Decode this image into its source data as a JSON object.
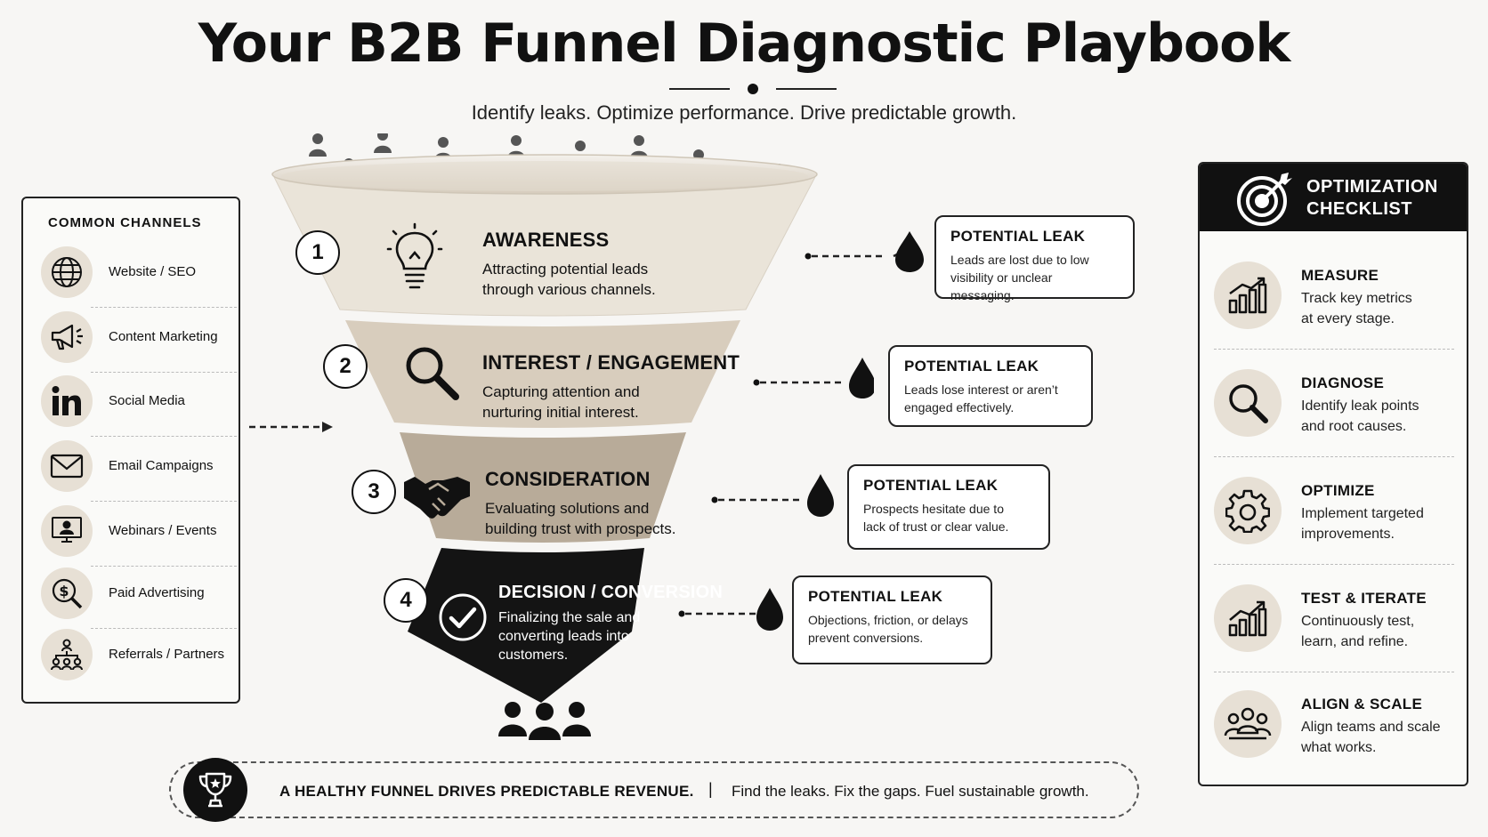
{
  "title": "Your B2B Funnel Diagnostic Playbook",
  "subtitle": "Identify leaks. Optimize performance. Drive predictable growth.",
  "channels": {
    "title": "COMMON CHANNELS",
    "items": [
      {
        "label": "Website / SEO",
        "icon": "globe-icon"
      },
      {
        "label": "Content Marketing",
        "icon": "megaphone-icon"
      },
      {
        "label": "Social Media",
        "icon": "linkedin-icon"
      },
      {
        "label": "Email Campaigns",
        "icon": "envelope-icon"
      },
      {
        "label": "Webinars / Events",
        "icon": "presentation-icon"
      },
      {
        "label": "Paid Advertising",
        "icon": "dollar-search-icon"
      },
      {
        "label": "Referrals / Partners",
        "icon": "network-icon"
      }
    ]
  },
  "stages": [
    {
      "number": "1",
      "title": "AWARENESS",
      "desc1": "Attracting potential leads",
      "desc2": "through various channels.",
      "icon": "lightbulb-icon"
    },
    {
      "number": "2",
      "title": "INTEREST / ENGAGEMENT",
      "desc1": "Capturing attention and",
      "desc2": "nurturing initial interest.",
      "icon": "magnifier-icon"
    },
    {
      "number": "3",
      "title": "CONSIDERATION",
      "desc1": "Evaluating solutions and",
      "desc2": "building trust with prospects.",
      "icon": "handshake-icon"
    },
    {
      "number": "4",
      "title": "DECISION / CONVERSION",
      "desc1": "Finalizing the sale and",
      "desc2": "converting leads into",
      "desc3": "customers.",
      "icon": "check-circle-icon"
    }
  ],
  "leaks": [
    {
      "title": "POTENTIAL LEAK",
      "desc1": "Leads are lost due to low",
      "desc2": "visibility or unclear messaging."
    },
    {
      "title": "POTENTIAL LEAK",
      "desc1": "Leads lose interest or aren’t",
      "desc2": "engaged effectively."
    },
    {
      "title": "POTENTIAL LEAK",
      "desc1": "Prospects hesitate due to",
      "desc2": "lack of trust or clear value."
    },
    {
      "title": "POTENTIAL LEAK",
      "desc1": "Objections, friction, or delays",
      "desc2": "prevent conversions."
    }
  ],
  "checklist": {
    "title1": "OPTIMIZATION",
    "title2": "CHECKLIST",
    "items": [
      {
        "title": "MEASURE",
        "desc1": "Track key metrics",
        "desc2": "at every stage.",
        "icon": "bar-chart-icon"
      },
      {
        "title": "DIAGNOSE",
        "desc1": "Identify leak points",
        "desc2": "and root causes.",
        "icon": "search-icon"
      },
      {
        "title": "OPTIMIZE",
        "desc1": "Implement targeted",
        "desc2": "improvements.",
        "icon": "gear-icon"
      },
      {
        "title": "TEST & ITERATE",
        "desc1": "Continuously test,",
        "desc2": "learn, and refine.",
        "icon": "growth-chart-icon"
      },
      {
        "title": "ALIGN & SCALE",
        "desc1": "Align teams and scale",
        "desc2": "what works.",
        "icon": "team-icon"
      }
    ]
  },
  "footer": {
    "main": "A HEALTHY FUNNEL DRIVES PREDICTABLE REVENUE.",
    "divider": "|",
    "sub": "Find the leaks. Fix the gaps. Fuel sustainable growth."
  },
  "colors": {
    "stage1": "#eae4d9",
    "stage2": "#d8cdbd",
    "stage3": "#b8ab99",
    "stage4": "#141414",
    "accent_circle": "#e7e0d5"
  }
}
